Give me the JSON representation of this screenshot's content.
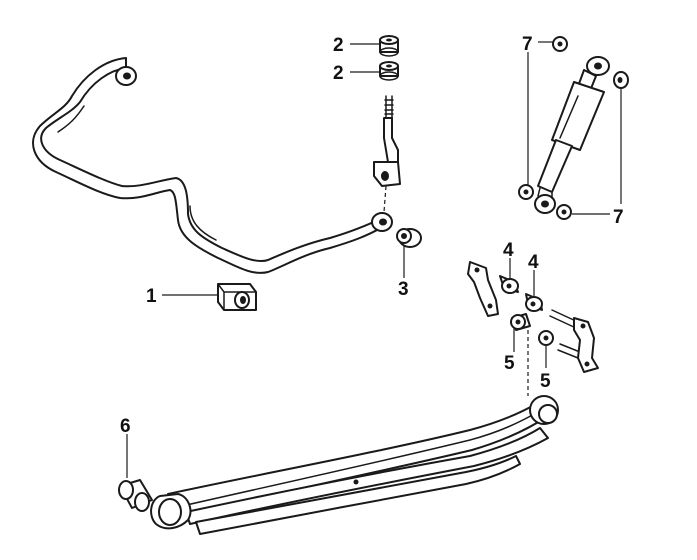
{
  "diagram": {
    "callouts": {
      "c1": "1",
      "c2a": "2",
      "c2b": "2",
      "c3": "3",
      "c4a": "4",
      "c4b": "4",
      "c5a": "5",
      "c5b": "5",
      "c6": "6",
      "c7a": "7",
      "c7b": "7"
    },
    "colors": {
      "line": "#1a1a1a",
      "background": "#ffffff"
    }
  }
}
